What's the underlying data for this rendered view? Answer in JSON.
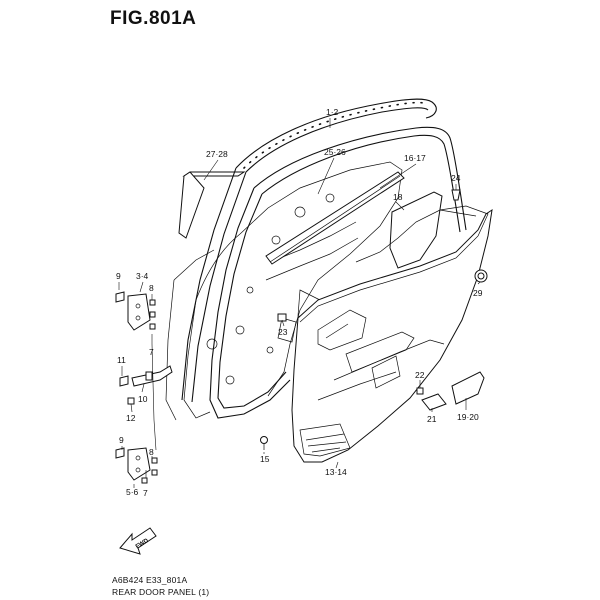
{
  "figure": {
    "title": "FIG.801A",
    "code": "A6B424 E33_801A",
    "name": "REAR DOOR PANEL (1)"
  },
  "arrow_label": "FWD",
  "callouts": [
    {
      "id": "c-1-2",
      "label": "1·2"
    },
    {
      "id": "c-27-28",
      "label": "27·28"
    },
    {
      "id": "c-25-26",
      "label": "25·26"
    },
    {
      "id": "c-16-17",
      "label": "16·17"
    },
    {
      "id": "c-24",
      "label": "24"
    },
    {
      "id": "c-18",
      "label": "18"
    },
    {
      "id": "c-9a",
      "label": "9"
    },
    {
      "id": "c-3-4",
      "label": "3·4"
    },
    {
      "id": "c-29",
      "label": "29"
    },
    {
      "id": "c-8a",
      "label": "8"
    },
    {
      "id": "c-23",
      "label": "23"
    },
    {
      "id": "c-7a",
      "label": "7"
    },
    {
      "id": "c-11",
      "label": "11"
    },
    {
      "id": "c-10",
      "label": "10"
    },
    {
      "id": "c-12",
      "label": "12"
    },
    {
      "id": "c-22",
      "label": "22"
    },
    {
      "id": "c-21",
      "label": "21"
    },
    {
      "id": "c-19-20",
      "label": "19·20"
    },
    {
      "id": "c-9b",
      "label": "9"
    },
    {
      "id": "c-8b",
      "label": "8"
    },
    {
      "id": "c-15",
      "label": "15"
    },
    {
      "id": "c-7b",
      "label": "7"
    },
    {
      "id": "c-5-6",
      "label": "5·6"
    },
    {
      "id": "c-13-14",
      "label": "13·14"
    }
  ]
}
